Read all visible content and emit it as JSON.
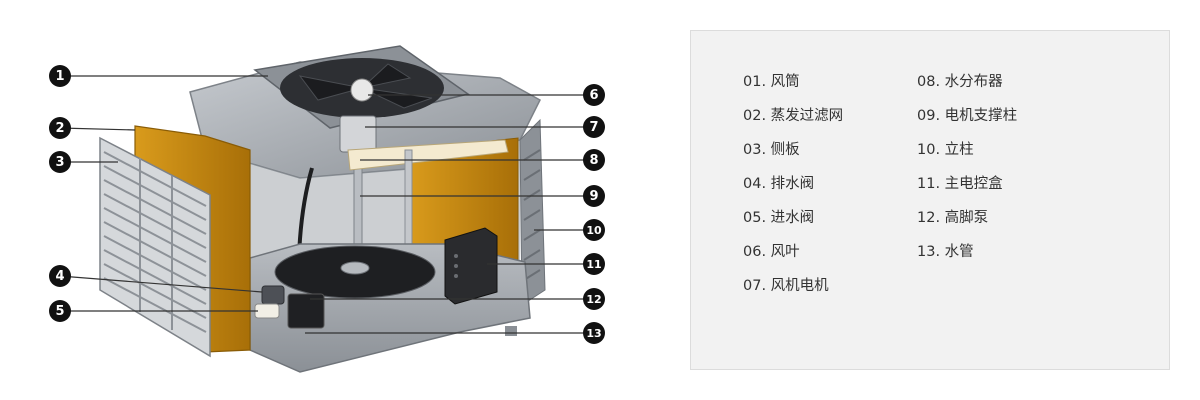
{
  "callouts": [
    {
      "number": "1",
      "target": "风筒"
    },
    {
      "number": "2",
      "target": "蒸发过滤网"
    },
    {
      "number": "3",
      "target": "侧板"
    },
    {
      "number": "4",
      "target": "排水阀"
    },
    {
      "number": "5",
      "target": "进水阀"
    },
    {
      "number": "6",
      "target": "风叶"
    },
    {
      "number": "7",
      "target": "风机电机"
    },
    {
      "number": "8",
      "target": "水分布器"
    },
    {
      "number": "9",
      "target": "电机支撑柱"
    },
    {
      "number": "10",
      "target": "立柱"
    },
    {
      "number": "11",
      "target": "主电控盒"
    },
    {
      "number": "12",
      "target": "高脚泵"
    },
    {
      "number": "13",
      "target": "水管"
    }
  ],
  "legend": {
    "column_left": [
      {
        "label": "01. 风筒"
      },
      {
        "label": "02. 蒸发过滤网"
      },
      {
        "label": "03. 侧板"
      },
      {
        "label": "04. 排水阀"
      },
      {
        "label": "05. 进水阀"
      },
      {
        "label": "06. 风叶"
      },
      {
        "label": "07. 风机电机"
      }
    ],
    "column_right": [
      {
        "label": "08. 水分布器"
      },
      {
        "label": "09. 电机支撑柱"
      },
      {
        "label": "10. 立柱"
      },
      {
        "label": "11. 主电控盒"
      },
      {
        "label": "12. 高脚泵"
      },
      {
        "label": "13. 水管"
      }
    ]
  },
  "colors": {
    "callout_fill": "#111111",
    "leader_line": "#333333",
    "housing": "#a9adb3",
    "housing_dark": "#7d8288",
    "filter_pad": "#c98a0f",
    "filter_pad_dark": "#9c6a0a",
    "panel_background": "#f2f2f2",
    "legend_text": "#333333"
  }
}
